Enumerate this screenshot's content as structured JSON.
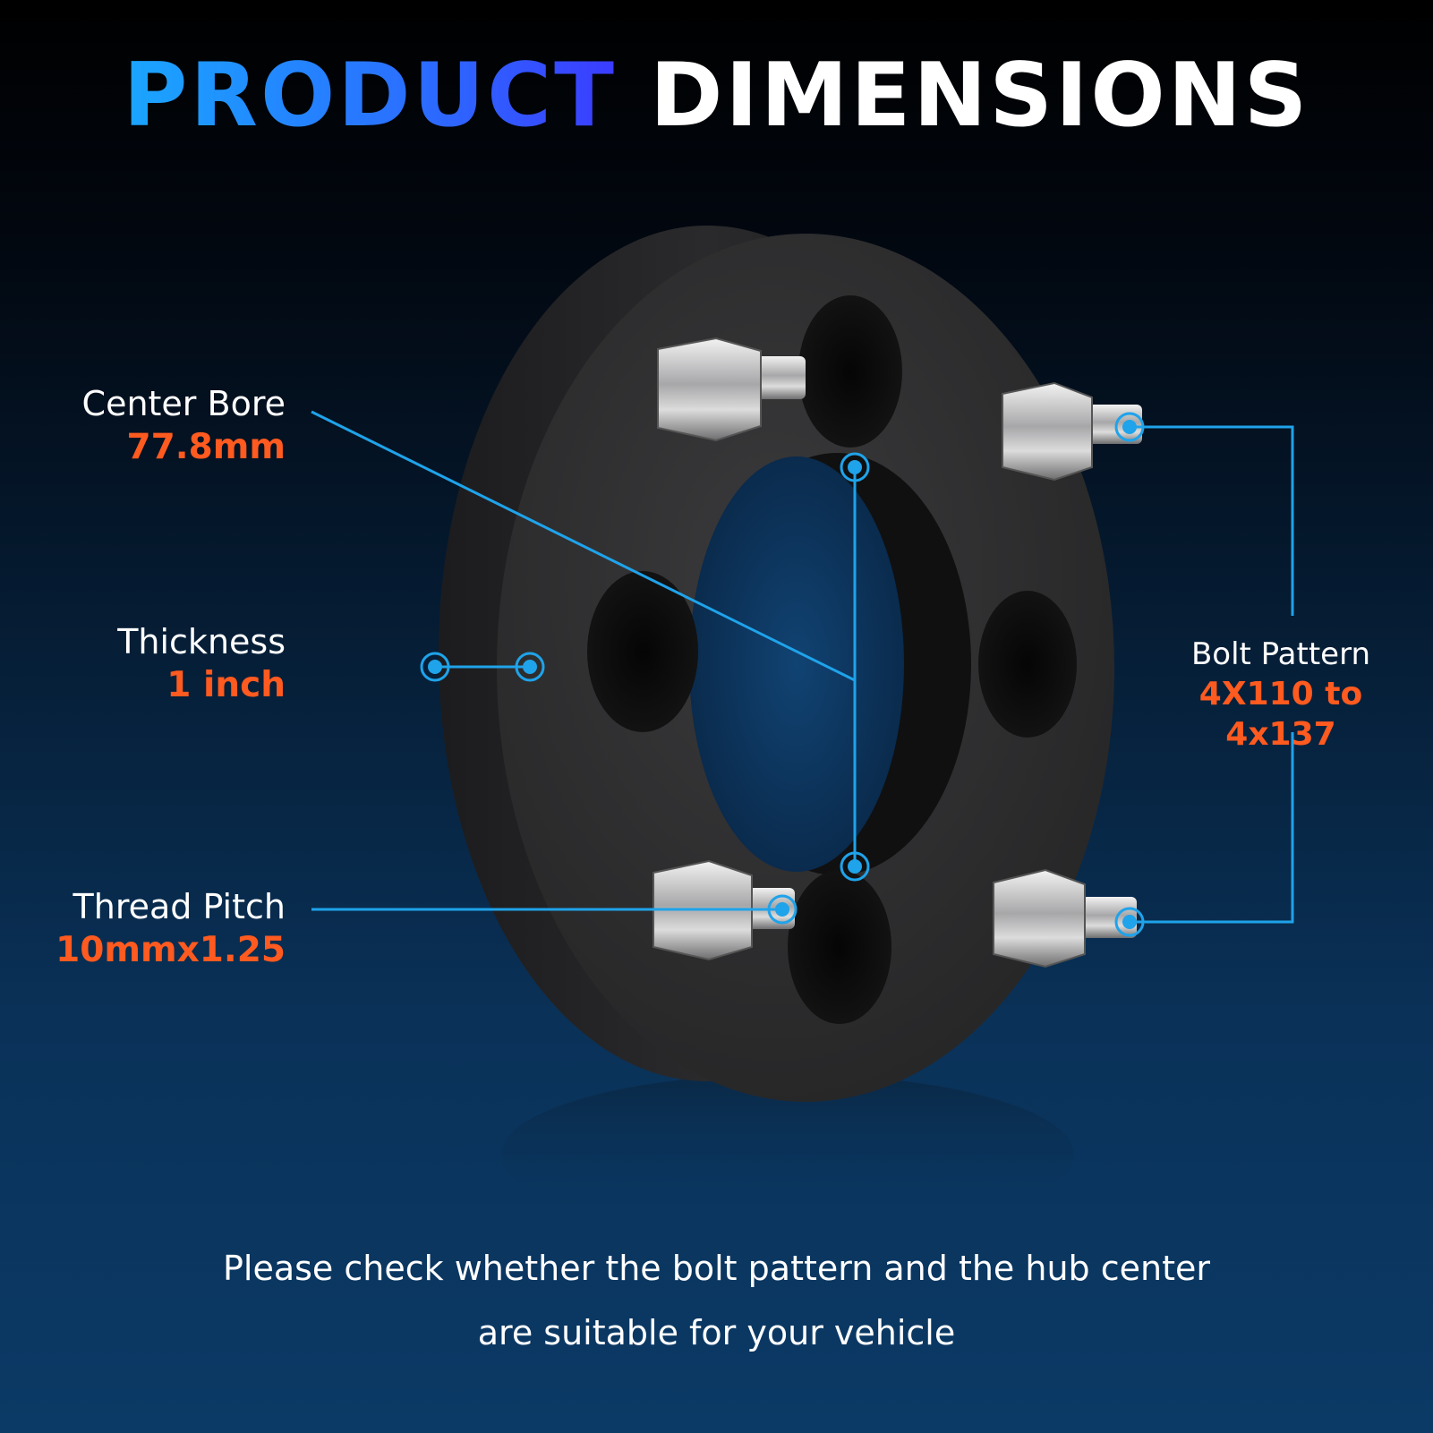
{
  "title": {
    "part1": "PRODUCT",
    "part2": "DIMENSIONS"
  },
  "specs": {
    "center_bore": {
      "label": "Center Bore",
      "value": "77.8mm"
    },
    "thickness": {
      "label": "Thickness",
      "value": "1 inch"
    },
    "thread_pitch": {
      "label": "Thread Pitch",
      "value": "10mmx1.25"
    },
    "bolt_pattern": {
      "label": "Bolt Pattern",
      "value": "4X110 to 4x137"
    }
  },
  "note": {
    "line1": "Please check whether the bolt pattern and the hub center",
    "line2": "are suitable for your vehicle"
  },
  "colors": {
    "accent_blue": "#1fa3ea",
    "accent_orange": "#ff5a1f",
    "title_blue": "#2b6dff"
  }
}
